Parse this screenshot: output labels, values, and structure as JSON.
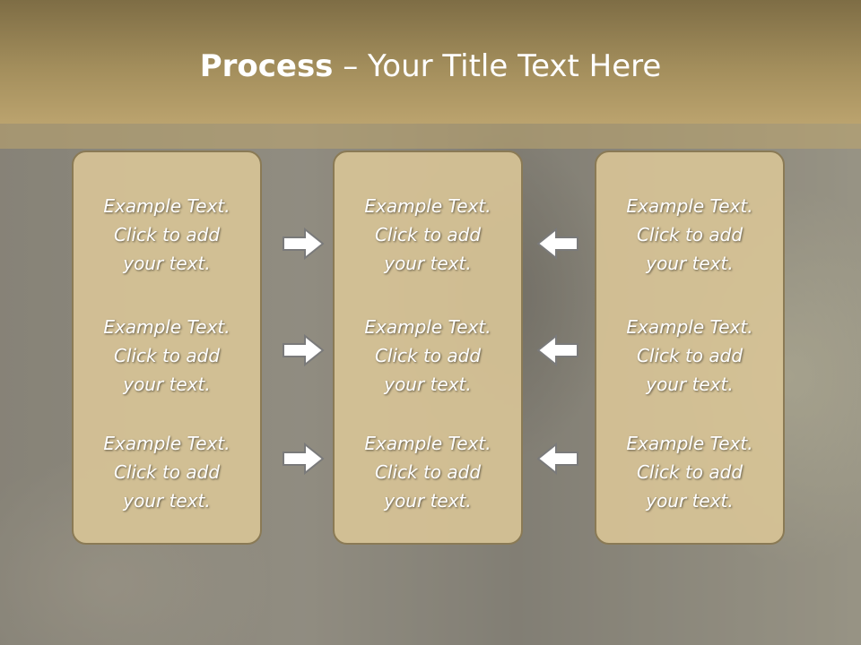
{
  "title": {
    "bold": "Process",
    "rest": " – Your Title Text Here"
  },
  "columns": [
    {
      "cells": [
        {
          "line1": "Example Text.",
          "line2": "Click  to add",
          "line3": "your text."
        },
        {
          "line1": "Example Text.",
          "line2": "Click  to add",
          "line3": "your text."
        },
        {
          "line1": "Example Text.",
          "line2": "Click  to add",
          "line3": "your text."
        }
      ]
    },
    {
      "cells": [
        {
          "line1": "Example Text.",
          "line2": "Click  to add",
          "line3": "your text."
        },
        {
          "line1": "Example Text.",
          "line2": "Click  to add",
          "line3": "your text."
        },
        {
          "line1": "Example Text.",
          "line2": "Click  to add",
          "line3": "your text."
        }
      ]
    },
    {
      "cells": [
        {
          "line1": "Example Text.",
          "line2": "Click  to add",
          "line3": "your text."
        },
        {
          "line1": "Example Text.",
          "line2": "Click  to add",
          "line3": "your text."
        },
        {
          "line1": "Example Text.",
          "line2": "Click  to add",
          "line3": "your text."
        }
      ]
    }
  ],
  "icons": {
    "left_arrows": "arrow-right-icon",
    "right_arrows": "arrow-left-icon"
  },
  "colors": {
    "title_bar": "#a38e5c",
    "box_fill": "#d7c396",
    "box_border": "#8a7a55",
    "text": "#ffffff"
  }
}
